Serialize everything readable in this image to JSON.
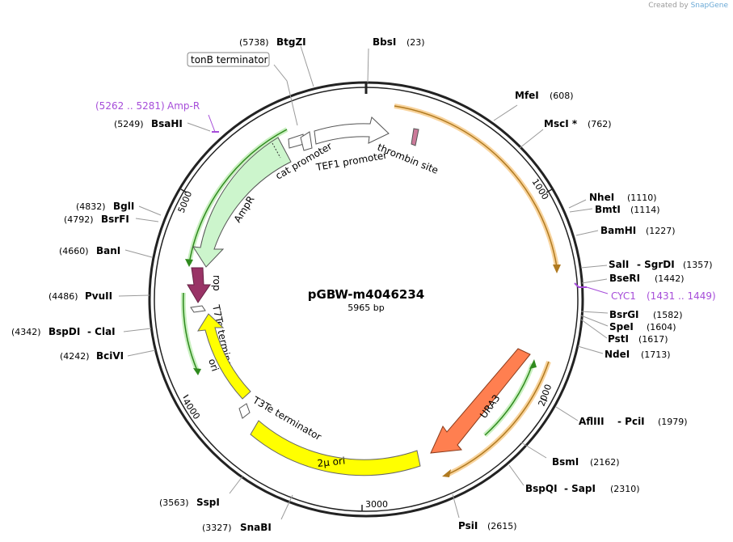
{
  "credit": {
    "prefix": "Created by",
    "brand": "SnapGene"
  },
  "plasmid": {
    "name": "pGBW-m4046234",
    "size": "5965 bp"
  },
  "ticks": [
    "1000",
    "2000",
    "3000",
    "4000",
    "5000"
  ],
  "enzymes": [
    {
      "name": "BbsI",
      "pos": "(23)"
    },
    {
      "name": "MfeI",
      "pos": "(608)"
    },
    {
      "name": "MscI *",
      "pos": "(762)"
    },
    {
      "name": "NheI",
      "pos": "(1110)"
    },
    {
      "name": "BmtI",
      "pos": "(1114)"
    },
    {
      "name": "BamHI",
      "pos": "(1227)"
    },
    {
      "name": "SalI",
      "pos": "- SgrDI",
      "pos2": "(1357)"
    },
    {
      "name": "BseRI",
      "pos": "(1442)"
    },
    {
      "name": "BsrGI",
      "pos": "(1582)"
    },
    {
      "name": "SpeI",
      "pos": "(1604)"
    },
    {
      "name": "PstI",
      "pos": "(1617)"
    },
    {
      "name": "NdeI",
      "pos": "(1713)"
    },
    {
      "name": "AflIII",
      "pos": "- PciI",
      "pos2": "(1979)"
    },
    {
      "name": "BsmI",
      "pos": "(2162)"
    },
    {
      "name": "BspQI",
      "pos": "- SapI",
      "pos2": "(2310)"
    },
    {
      "name": "PsiI",
      "pos": "(2615)"
    },
    {
      "name": "SnaBI",
      "pos": "(3327)"
    },
    {
      "name": "SspI",
      "pos": "(3563)"
    },
    {
      "name": "BciVI",
      "pos": "(4242)"
    },
    {
      "name": "BspDI",
      "pos": "- ClaI",
      "pos2": "(4342)"
    },
    {
      "name": "PvuII",
      "pos": "(4486)"
    },
    {
      "name": "BanI",
      "pos": "(4660)"
    },
    {
      "name": "BsrFI",
      "pos": "(4792)"
    },
    {
      "name": "BglI",
      "pos": "(4832)"
    },
    {
      "name": "BsaHI",
      "pos": "(5249)"
    },
    {
      "name": "BtgZI",
      "pos": "(5738)"
    }
  ],
  "primers": [
    {
      "name": "Amp-R",
      "range": "(5262 .. 5281)"
    },
    {
      "name": "CYC1",
      "range": "(1431 .. 1449)"
    }
  ],
  "features": {
    "tonB": "tonB terminator",
    "cat": "cat promoter",
    "tef1": "TEF1 promoter",
    "thrombin": "thrombin site",
    "ampR": "AmpR",
    "rop": "rop",
    "t7te": "T7Te terminator",
    "ori": "ori",
    "t3te": "T3Te terminator",
    "twomu": "2µ ori",
    "ura3": "URA3"
  },
  "colors": {
    "backbone": "#222222",
    "orange": "#f2b25a",
    "green": "#2f8a1e",
    "lightgreen": "#ccf5cc",
    "yellow": "#ffff00",
    "ura3": "#ff7f50",
    "rop": "#993366",
    "primer": "#a64dd9"
  }
}
